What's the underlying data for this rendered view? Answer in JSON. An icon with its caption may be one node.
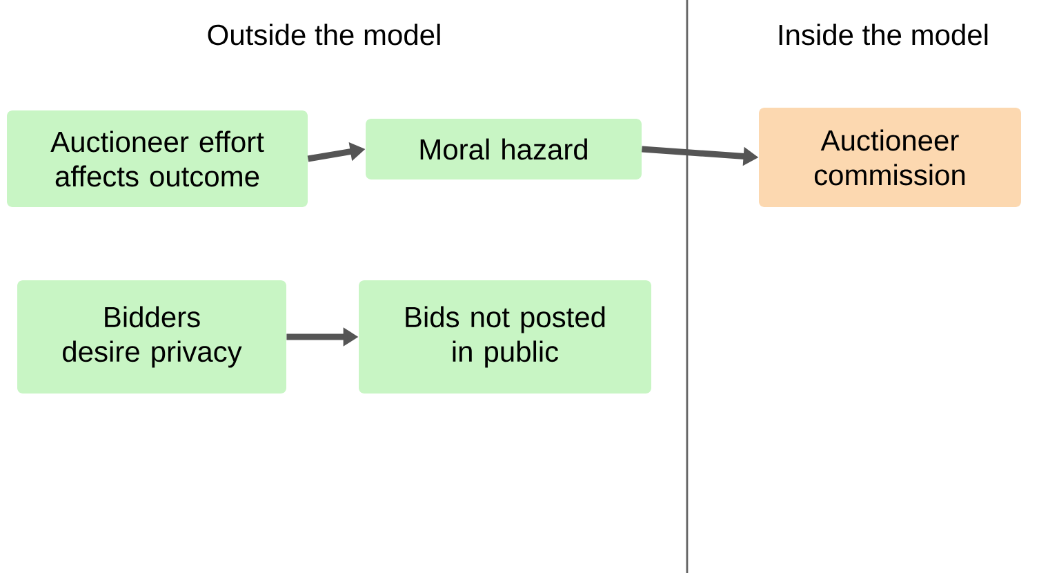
{
  "diagram": {
    "nodes": [
      {
        "text": [
          "Auctioneer effort affects outcome"
        ]
      },
      {
        "text": [
          "Moral hazard"
        ]
      },
      {
        "text": [
          "Auctioneer commission"
        ]
      },
      {
        "text": [
          "Bidders desire privacy"
        ]
      },
      {
        "text": [
          "Bids not posted in public"
        ]
      }
    ],
    "edges": [
      {
        "from": 0,
        "to": 1,
        "arrow": "to"
      },
      {
        "from": 1,
        "to": 2,
        "arrow": "to"
      },
      {
        "from": 3,
        "to": 4,
        "arrow": "to"
      }
    ],
    "labels": [
      "Outside the model",
      "Inside the model"
    ]
  }
}
